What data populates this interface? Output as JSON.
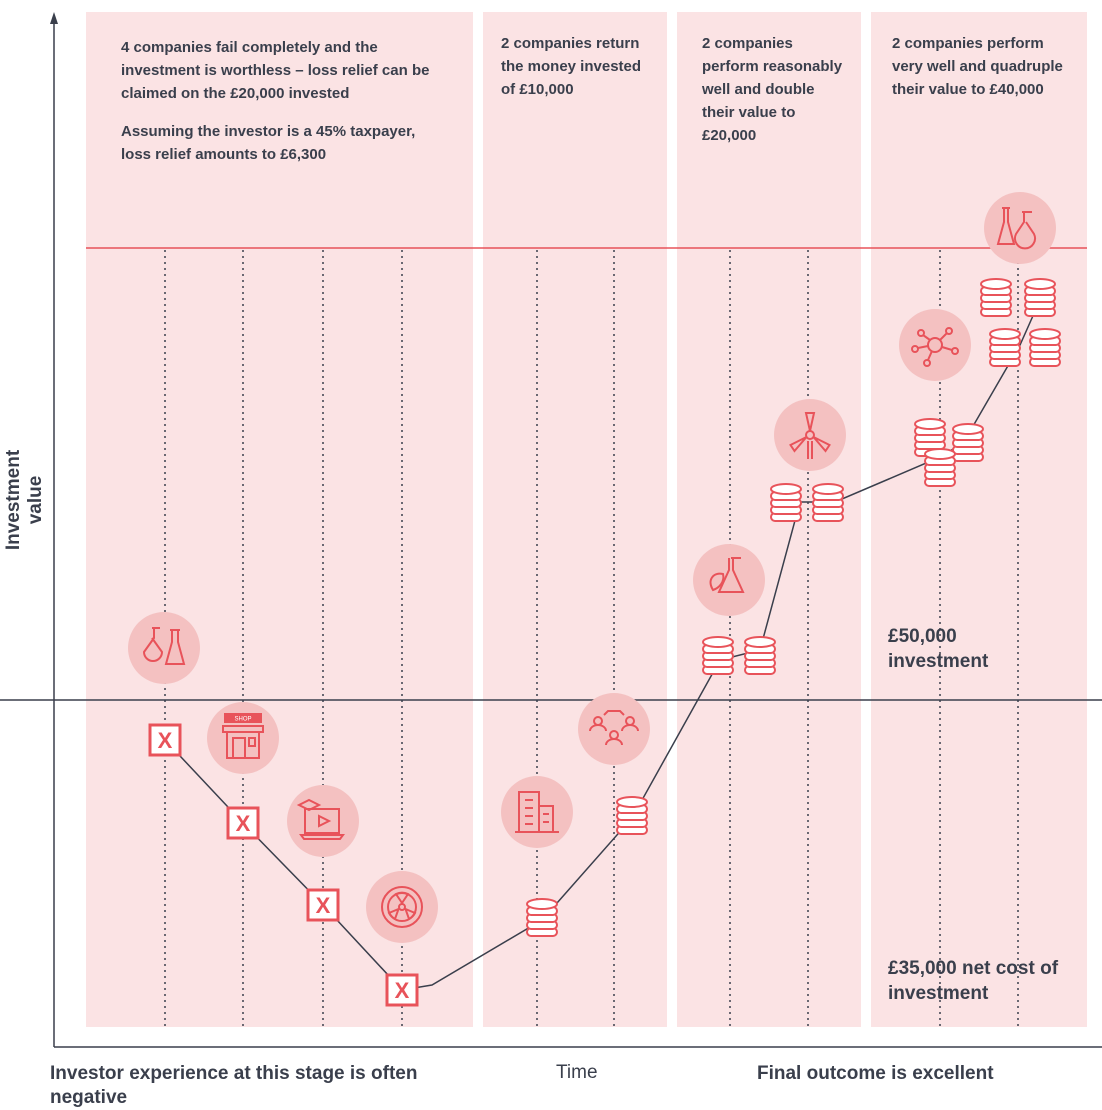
{
  "panels": {
    "fail": {
      "lines": [
        "4 companies fail completely and the investment is worthless – loss relief can be claimed on the £20,000 invested",
        "Assuming the investor is a 45% taxpayer, loss relief amounts to £6,300"
      ]
    },
    "return": {
      "text": "2 companies return the money invested of £10,000"
    },
    "double": {
      "text": "2 companies perform reasonably well and double their value to £20,000"
    },
    "quadruple": {
      "text": "2 companies perform very well and quadruple their value to £40,000"
    }
  },
  "labels": {
    "investment": "£50,000 investment",
    "net_cost": "£35,000 net cost of investment",
    "y_axis": "Investment value",
    "x_axis": "Time",
    "bottom_left": "Investor experience at this stage is often negative",
    "bottom_right": "Final outcome is excellent"
  },
  "colors": {
    "panel": "#fbe3e4",
    "accent": "#e8535a",
    "icon_bg": "#f4c1c1",
    "axis": "#3a3f4c"
  },
  "icons": [
    "lab-flasks-icon",
    "shop-icon",
    "online-education-icon",
    "radiation-icon",
    "office-building-icon",
    "team-network-icon",
    "green-flask-icon",
    "wind-turbine-icon",
    "molecule-icon",
    "flask-icon"
  ]
}
